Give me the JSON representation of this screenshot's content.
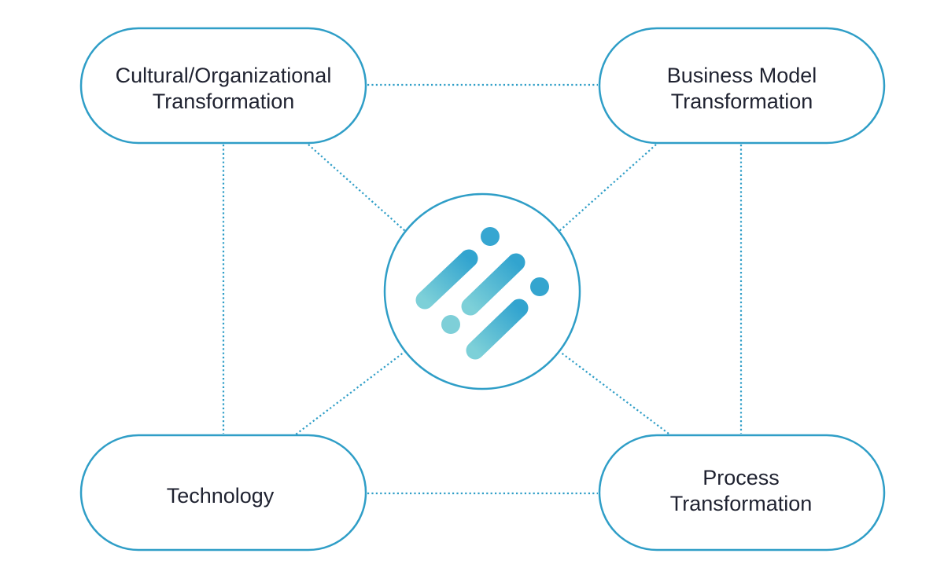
{
  "diagram": {
    "nodes": {
      "top_left": {
        "line1": "Cultural/Organizational",
        "line2": "Transformation"
      },
      "top_right": {
        "line1": "Business Model",
        "line2": "Transformation"
      },
      "bottom_left": {
        "line1": "Technology"
      },
      "bottom_right": {
        "line1": "Process",
        "line2": "Transformation"
      }
    },
    "hub": {
      "logo_icon": "stripes-and-dots-logo-icon"
    },
    "colors": {
      "accent": "#2f9ec7",
      "logo_light": "#7dd0d8",
      "logo_dark": "#32a4cf",
      "text": "#1f2230",
      "background": "#ffffff"
    }
  }
}
